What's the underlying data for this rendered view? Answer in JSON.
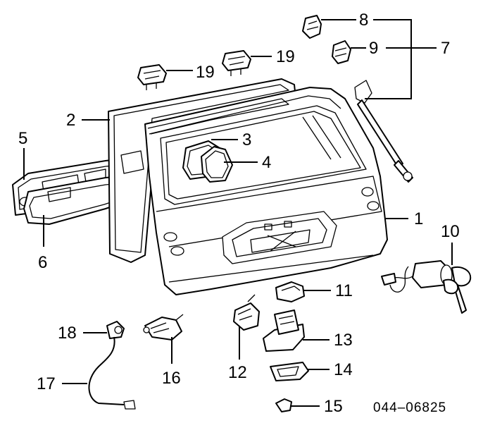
{
  "labels": {
    "p1": "1",
    "p2": "2",
    "p3": "3",
    "p4": "4",
    "p5": "5",
    "p6": "6",
    "p7": "7",
    "p8": "8",
    "p9": "9",
    "p10": "10",
    "p11": "11",
    "p12": "12",
    "p13": "13",
    "p14": "14",
    "p15": "15",
    "p16": "16",
    "p17": "17",
    "p18": "18",
    "p19a": "19",
    "p19b": "19"
  },
  "diagram_code": "044–06825"
}
